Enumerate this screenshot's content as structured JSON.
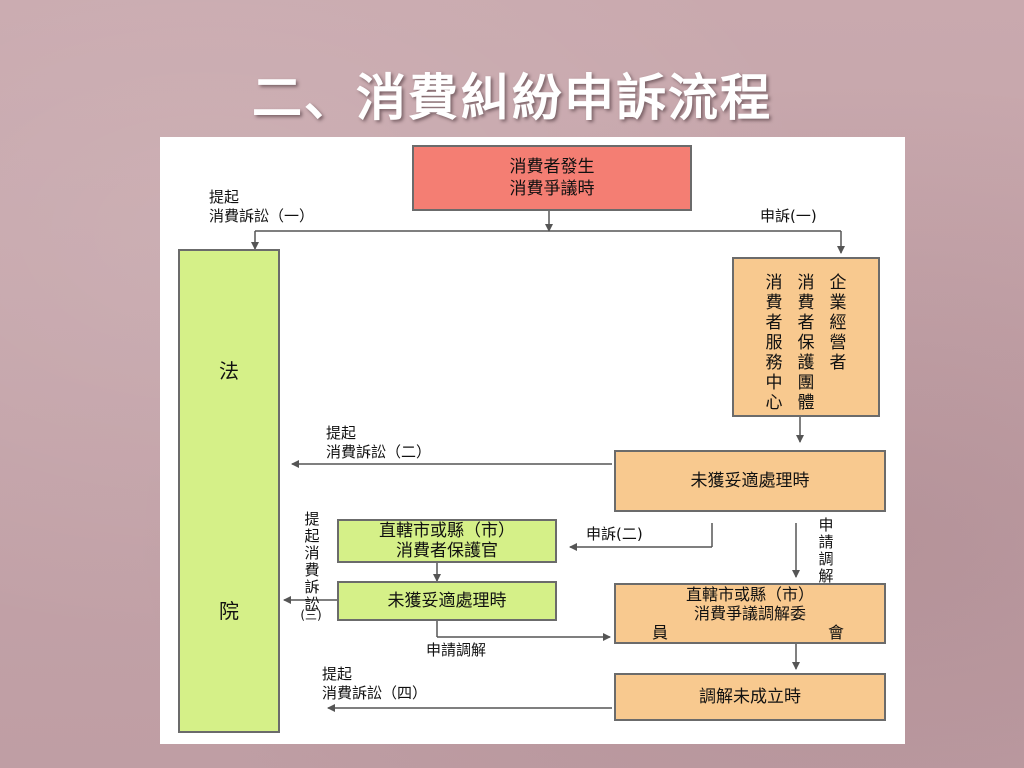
{
  "title": "二、消費糾紛申訴流程",
  "colors": {
    "orange": "#f8c98f",
    "red": "#f47e73",
    "green": "#d5f088",
    "line": "#555555"
  },
  "nodes": {
    "start": {
      "line1": "消費者發生",
      "line2": "消費爭議時"
    },
    "court": {
      "char1": "法",
      "char2": "院"
    },
    "org": {
      "col1": "企業經營者",
      "col2": "消費者保護團體",
      "col3": "消費者服務中心"
    },
    "not_handled_1": "未獲妥適處理時",
    "protection_officer": {
      "line1": "直轄市或縣（市）",
      "line2": "消費者保護官"
    },
    "not_handled_2": "未獲妥適處理時",
    "mediation_committee": {
      "line1": "直轄市或縣（市）",
      "line2": "消費爭議調解委",
      "line3a": "員",
      "line3b": "會"
    },
    "mediation_failed": "調解未成立時"
  },
  "labels": {
    "lawsuit1_a": "提起",
    "lawsuit1_b": "消費訴訟（一）",
    "complaint1": "申訴(一)",
    "lawsuit2_a": "提起",
    "lawsuit2_b": "消費訴訟（二）",
    "complaint2": "申訴(二)",
    "apply_mediation_v": "申請調解",
    "lawsuit3_v": "提起消費訴訟",
    "lawsuit3_n": "(三)",
    "apply_mediation_h": "申請調解",
    "lawsuit4_a": "提起",
    "lawsuit4_b": "消費訴訟（四）"
  }
}
